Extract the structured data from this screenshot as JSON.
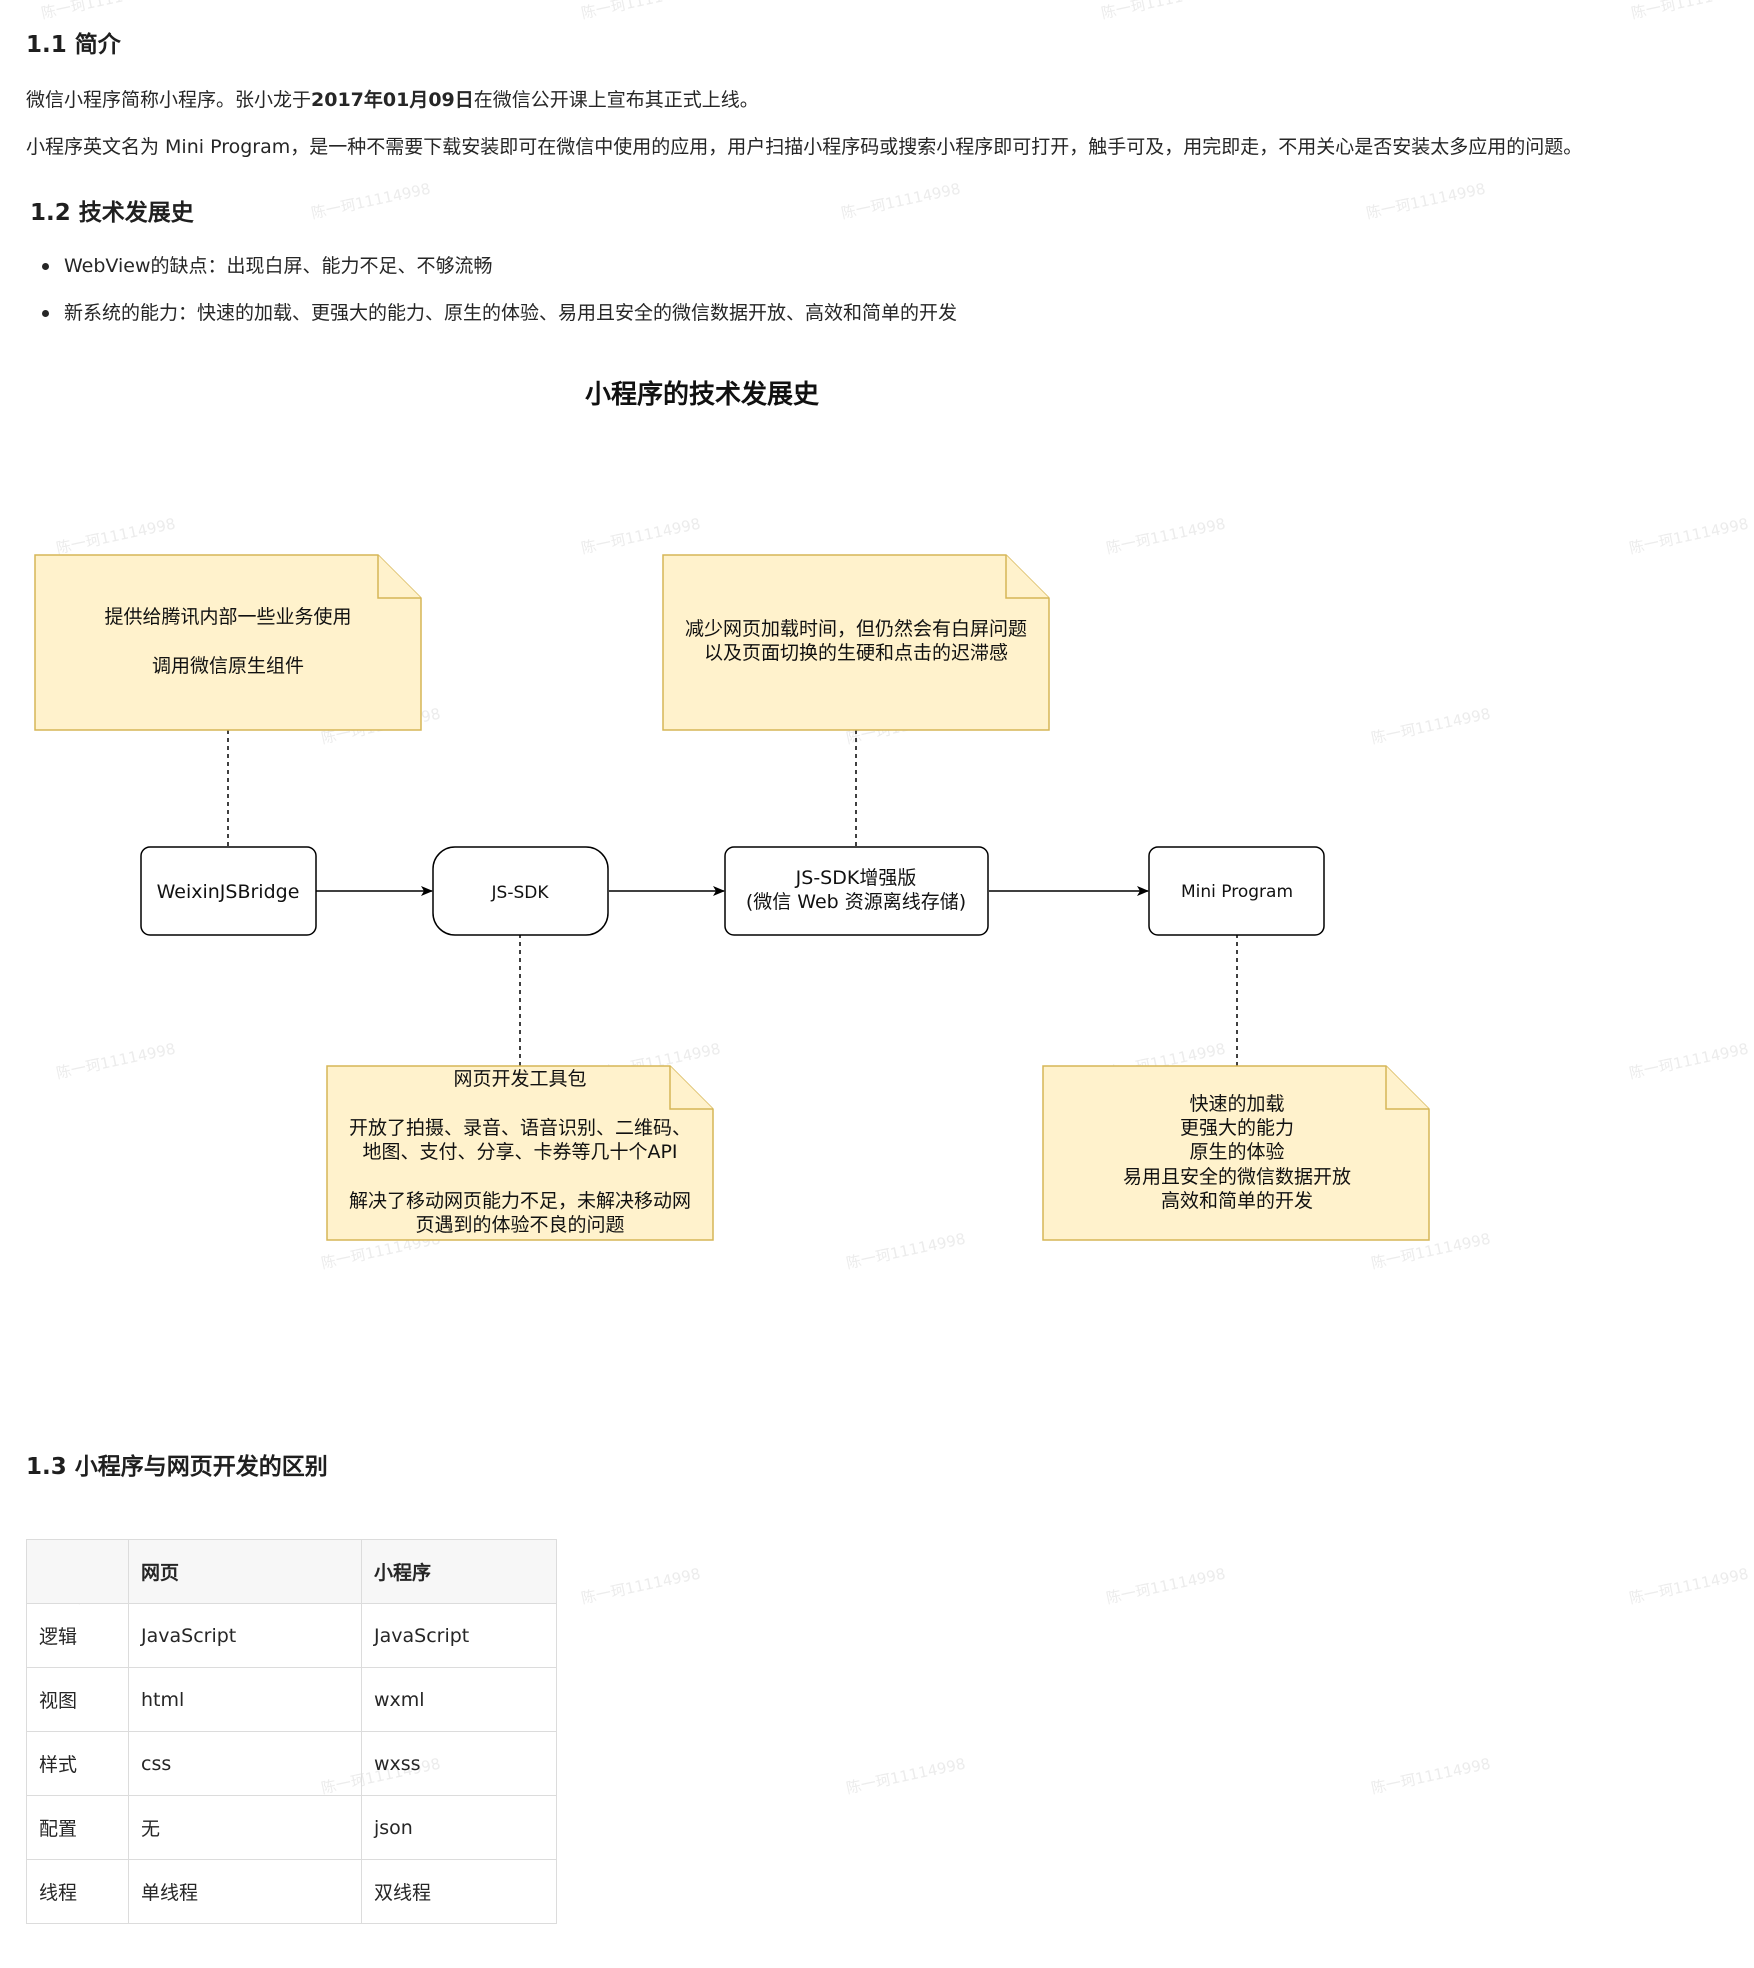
{
  "watermark": "陈一珂11114998",
  "section1": {
    "heading": "1.1 简介",
    "para1_pre": "微信小程序简称小程序。张小龙于",
    "para1_bold": "2017年01月09日",
    "para1_post": "在微信公开课上宣布其正式上线。",
    "para2": "小程序英文名为 Mini Program，是一种不需要下载安装即可在微信中使用的应用，用户扫描小程序码或搜索小程序即可打开，触手可及，用完即走，不用关心是否安装太多应用的问题。"
  },
  "section2": {
    "heading": "1.2 技术发展史",
    "bullets": [
      "WebView的缺点：出现白屏、能力不足、不够流畅",
      "新系统的能力：快速的加载、更强大的能力、原生的体验、易用且安全的微信数据开放、高效和简单的开发"
    ]
  },
  "diagram": {
    "title": "小程序的技术发展史",
    "nodes": [
      "WeixinJSBridge",
      "JS-SDK",
      "JS-SDK增强版",
      "(微信 Web 资源离线存储)",
      "Mini Program"
    ],
    "note1": [
      "提供给腾讯内部一些业务使用",
      "调用微信原生组件"
    ],
    "note2": [
      "减少网页加载时间，但仍然会有白屏问题",
      "以及页面切换的生硬和点击的迟滞感"
    ],
    "note3": [
      "网页开发工具包",
      "开放了拍摄、录音、语音识别、二维码、",
      "地图、支付、分享、卡券等几十个API",
      "解决了移动网页能力不足，未解决移动网",
      "页遇到的体验不良的问题"
    ],
    "note4": [
      "快速的加载",
      "更强大的能力",
      "原生的体验",
      "易用且安全的微信数据开放",
      "高效和简单的开发"
    ],
    "colors": {
      "note_fill": "#fff2cc",
      "note_stroke": "#d6b656",
      "node_stroke": "#000000"
    }
  },
  "section3": {
    "heading": "1.3 小程序与网页开发的区别",
    "table": {
      "headers": [
        "",
        "网页",
        "小程序"
      ],
      "rows": [
        [
          "逻辑",
          "JavaScript",
          "JavaScript"
        ],
        [
          "视图",
          "html",
          "wxml"
        ],
        [
          "样式",
          "css",
          "wxss"
        ],
        [
          "配置",
          "无",
          "json"
        ],
        [
          "线程",
          "单线程",
          "双线程"
        ]
      ]
    }
  }
}
